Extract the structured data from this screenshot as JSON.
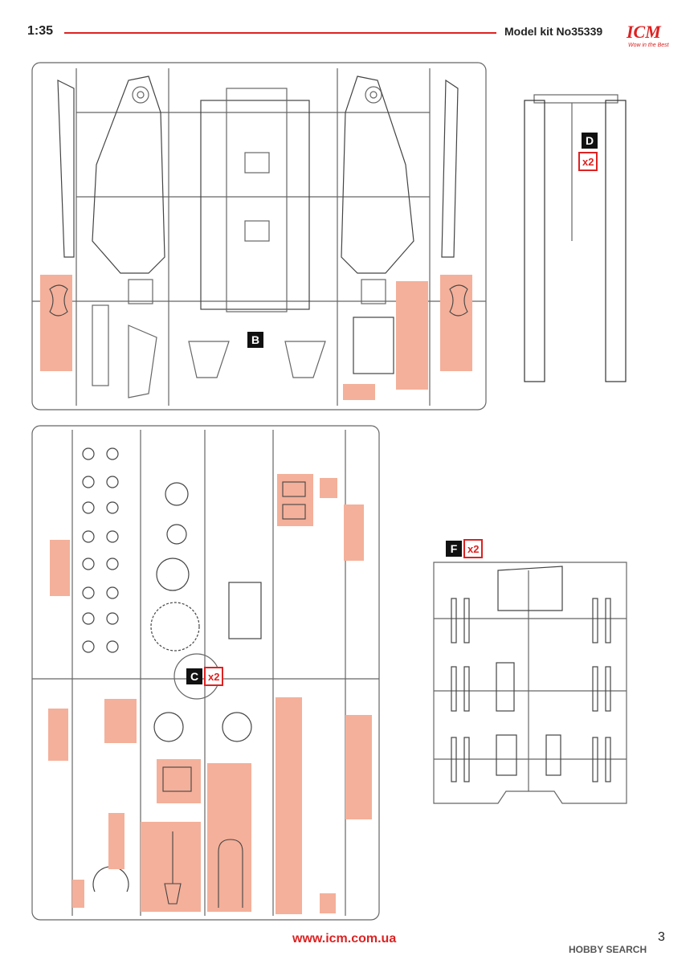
{
  "header": {
    "scale": "1:35",
    "model_kit": "Model kit No35339",
    "logo_text": "ICM",
    "logo_tagline": "Wow in the Best",
    "rule_color": "#dd2222"
  },
  "sprues": {
    "B": {
      "label": "B"
    },
    "C": {
      "label": "C",
      "qty": "x2"
    },
    "D": {
      "label": "D",
      "qty": "x2"
    },
    "F": {
      "label": "F",
      "qty": "x2"
    }
  },
  "highlight_color": "#f4b09a",
  "footer": {
    "url": "www.icm.com.ua",
    "page_number": "3",
    "watermark": "HOBBY SEARCH"
  }
}
